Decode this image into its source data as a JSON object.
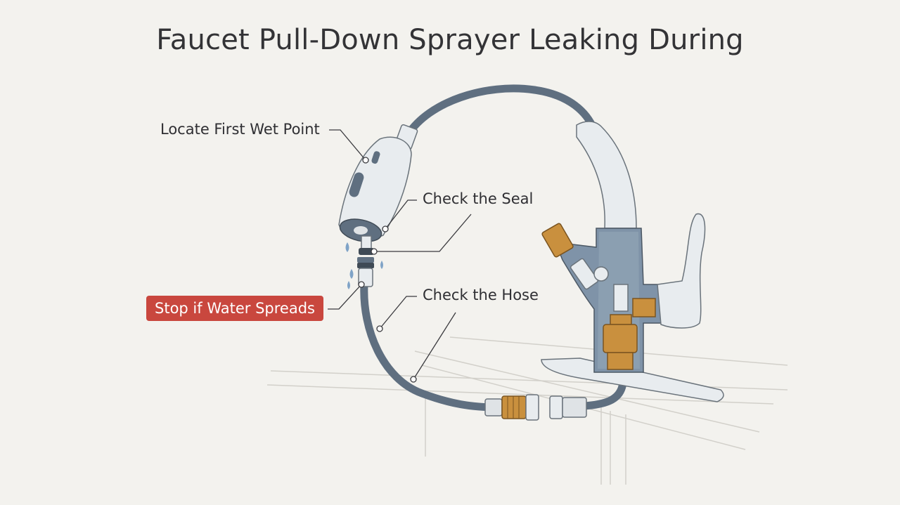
{
  "title": "Faucet Pull-Down Sprayer Leaking During",
  "labels": {
    "wet_point": "Locate First Wet Point",
    "seal": "Check the Seal",
    "hose": "Check the Hose",
    "stop": "Stop if Water Spreads"
  },
  "colors": {
    "background": "#f3f2ee",
    "hose": "#5f6f80",
    "chrome": "#e8ecef",
    "brass": "#c9903e",
    "warning": "#c9473e",
    "water": "#7fa3c7",
    "cutaway": "#7f93a8"
  }
}
